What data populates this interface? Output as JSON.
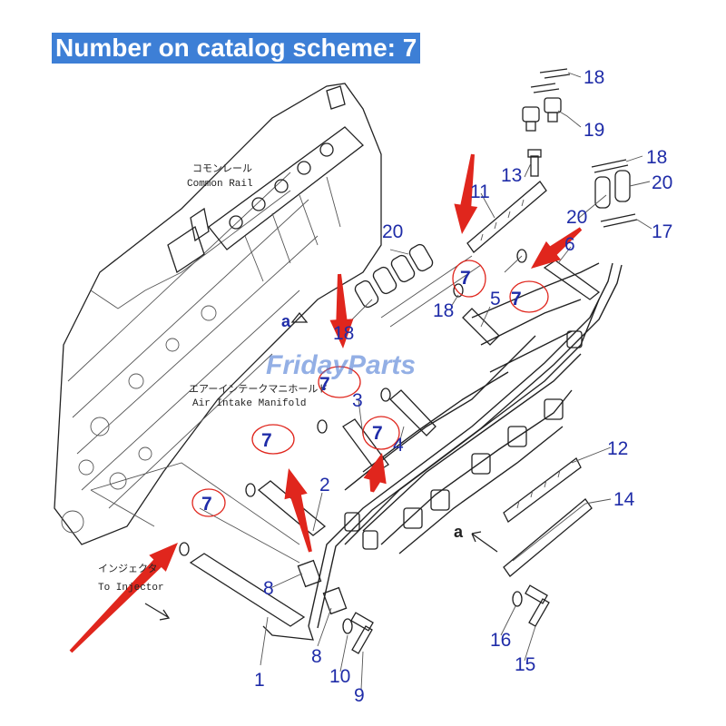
{
  "banner": "Number on catalog scheme: 7",
  "highlight_color": "#3d7fd6",
  "arrow_color": "#e0261d",
  "watermark": "FridayParts",
  "labels": {
    "common_rail_jp": "コモンレール",
    "common_rail_en": "Common Rail",
    "air_intake_jp": "エアーインテークマニホールド",
    "air_intake_en": "Air Intake Manifold",
    "injector_jp": "インジェクタ",
    "injector_en": "To Injector",
    "view_a": "a"
  },
  "part_numbers": {
    "p1": "1",
    "p2": "2",
    "p3": "3",
    "p4": "4",
    "p5": "5",
    "p6": "6",
    "p8a": "8",
    "p8b": "8",
    "p9": "9",
    "p10": "10",
    "p11": "11",
    "p12": "12",
    "p13": "13",
    "p14": "14",
    "p15": "15",
    "p16": "16",
    "p17": "17",
    "p18a": "18",
    "p18b": "18",
    "p18c": "18",
    "p18d": "18",
    "p19": "19",
    "p20a": "20",
    "p20b": "20",
    "p20c": "20"
  },
  "highlighted_number": "7"
}
